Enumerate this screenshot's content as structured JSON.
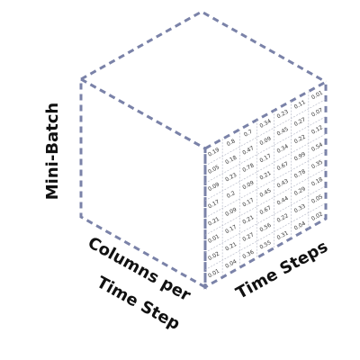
{
  "labels": {
    "batch": "Mini-Batch",
    "columns_line1": "Columns per",
    "columns_line2": "Time Step",
    "time": "Time Steps"
  },
  "grid": [
    [
      "0.19",
      "0.8",
      "0.7",
      "0.34",
      "0.23",
      "0.11",
      "0.01"
    ],
    [
      "0.05",
      "0.18",
      "0.47",
      "0.09",
      "0.45",
      "0.27",
      "0.07"
    ],
    [
      "0.09",
      "0.23",
      "0.78",
      "0.17",
      "0.34",
      "0.22",
      "0.12"
    ],
    [
      "0.17",
      "0.2",
      "0.09",
      "0.21",
      "0.67",
      "0.99",
      "0.54"
    ],
    [
      "0.21",
      "0.09",
      "0.17",
      "0.45",
      "0.43",
      "0.78",
      "0.35"
    ],
    [
      "0.01",
      "0.17",
      "0.21",
      "0.67",
      "0.44",
      "0.29",
      "0.18"
    ],
    [
      "0.02",
      "0.21",
      "0.27",
      "0.56",
      "0.22",
      "0.33",
      "0.05"
    ],
    [
      "0.01",
      "0.04",
      "0.36",
      "0.55",
      "0.31",
      "0.04",
      "0.02"
    ]
  ],
  "colors": {
    "edge": "#7a82a8",
    "edge_faint": "#c4c7d8"
  }
}
